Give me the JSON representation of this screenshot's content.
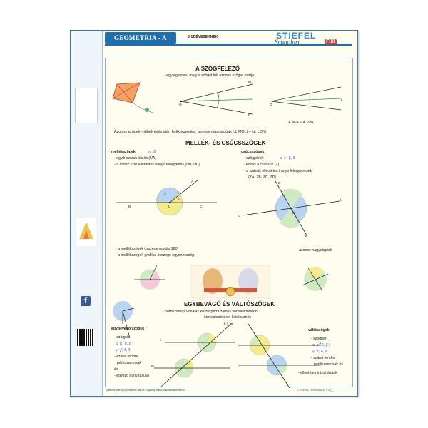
{
  "header": {
    "title": "GEOMETRIA - A SZÖG",
    "age": "8-12 ÉVESEKNEK",
    "brand_top": "STIEFEL",
    "brand_bottom": "Schoolart",
    "brand_badge": "FIXI"
  },
  "colors": {
    "accent": "#1f6fae",
    "angle_blue": "#3a6fd0",
    "circle_yellow": "#f3ec8a",
    "circle_blue": "#b8d4f0",
    "circle_pink": "#f3c9d8",
    "circle_green": "#cfeac0"
  },
  "sec1": {
    "title": "A SZÖGFELEZŐ",
    "desc": "- egy egyenes, mely a szöget két azonos szögre osztja",
    "lbl_O": "O",
    "lbl_M": "M",
    "lbl_N": "N",
    "lbl_L": "L",
    "lbl_f": "f",
    "eq_left": "∡ MOL = ∡ LON",
    "equal_angles": "Azonos szögek - áthelyezés után fedik egymást, azonos nagyságúak  |∡ MOL| = |∡ LON|"
  },
  "sec2": {
    "title": "MELLÉK- ÉS CSÚCSSZÖGEK",
    "adj": {
      "title": "mellékszögek",
      "greek": "α , β",
      "l1": "- egyik száruk közös  (UA)",
      "l2": "- a másik szár ellentétes irányú félegyenes  (UB, UC)",
      "l3": "- a mellékszögek összege mindig 180°",
      "l4": "- a mellékszögek grafikai összege egyenesszög.",
      "A": "A",
      "B": "B",
      "U": "U",
      "C": "C",
      "alpha": "α",
      "beta": "β"
    },
    "vert": {
      "title": "csúcsszögek",
      "greek": "α, γ ; β, δ",
      "l1": "- szögpárok",
      "l2": "- közös a csúcsuk  (Z)",
      "l3": "- a száraik ellentétes irányú félegyenesek",
      "l4": "(ZA, ZB, ZC, ZD)",
      "l5": "- azonos nagyságúak",
      "A": "A",
      "B": "B",
      "C": "C",
      "D": "D",
      "Z": "Z"
    }
  },
  "sec3": {
    "title": "EGYBEVÁGÓ ÉS VÁLTÓSZÖGEK",
    "l1": "- párhuzamos vonalak közös párhuzamos vonallal történő",
    "l2": "keresztezésével keletkeznek",
    "parallel": "k ∥ m",
    "corr": {
      "title": "egybevágó szögek",
      "l1": "- szögpár",
      "l2": "α, α'; β, β';",
      "l3": "γ, γ'; δ, δ'",
      "l4": "- szárai rendre",
      "l5": "párhuzamosak",
      "l6": "és",
      "l7": "- egyező irányításúak"
    },
    "alt": {
      "title": "váltószögek",
      "l1": "- szögpár",
      "l2": "α, α'; β, β';",
      "l3": "γ, γ'; δ, δ'",
      "l4": "- szárai rendre",
      "l5": "párhuzamosak és",
      "l6": "- ellentétes irányításúak"
    },
    "k": "k",
    "m": "m"
  },
  "footer": {
    "left": "A termék szerzői jogi védelem alatt áll. Engedély nélküli másolása büntetendő.",
    "right": "© STIEFEL EUROCART KFT. 20__"
  }
}
